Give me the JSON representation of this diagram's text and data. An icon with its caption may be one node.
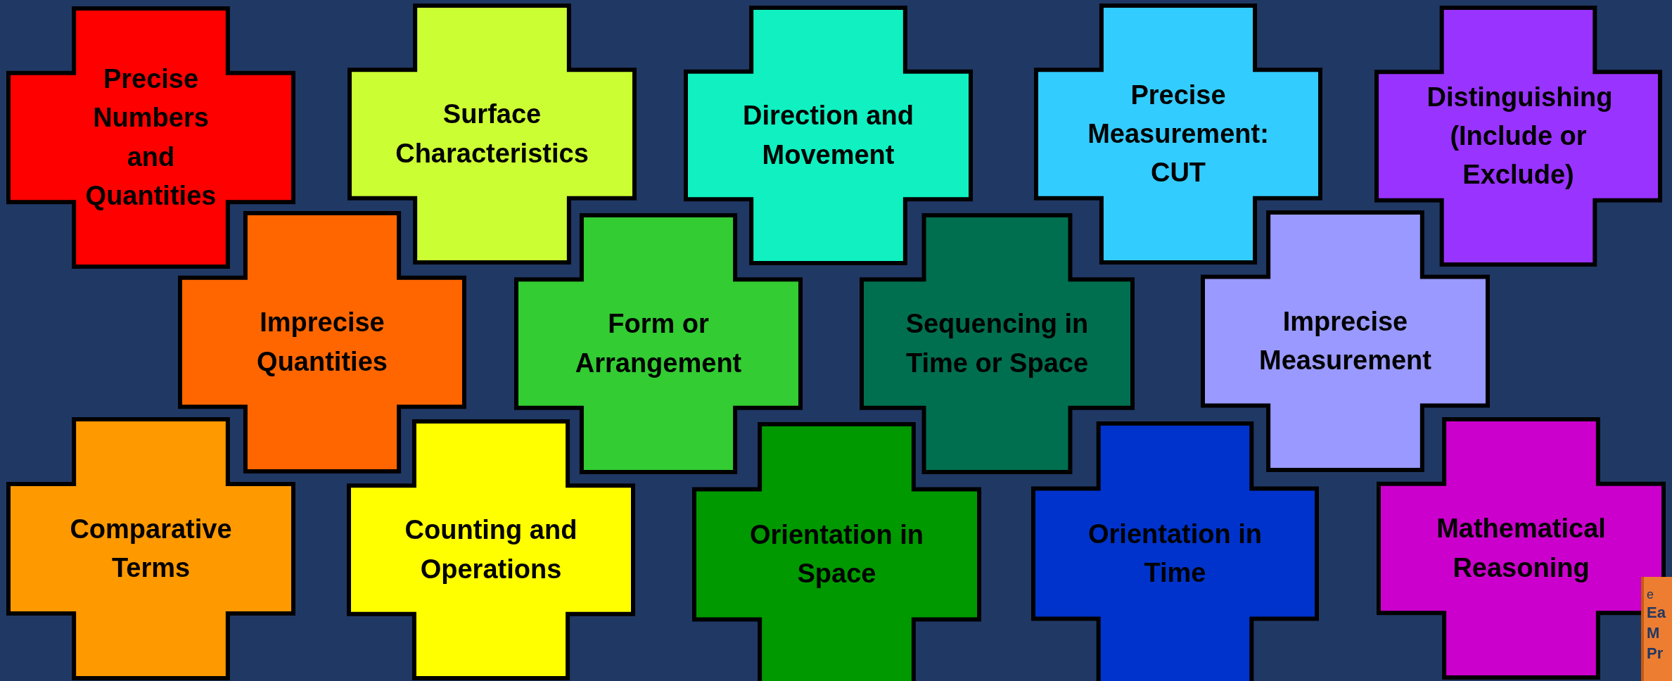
{
  "diagram": {
    "nodes": [
      {
        "text": [
          "Precise Numbers and Quantities"
        ]
      },
      {
        "text": [
          "Surface Characteristics"
        ]
      },
      {
        "text": [
          "Direction and Movement"
        ]
      },
      {
        "text": [
          "Precise Measurement: CUT"
        ]
      },
      {
        "text": [
          "Distinguishing (Include or Exclude)"
        ]
      },
      {
        "text": [
          "Imprecise Quantities"
        ]
      },
      {
        "text": [
          "Form or Arrangement"
        ]
      },
      {
        "text": [
          "Sequencing in Time or Space"
        ]
      },
      {
        "text": [
          "Imprecise Measurement"
        ]
      },
      {
        "text": [
          "Comparative Terms"
        ]
      },
      {
        "text": [
          "Counting and Operations"
        ]
      },
      {
        "text": [
          "Orientation in Space"
        ]
      },
      {
        "text": [
          "Orientation in Time"
        ]
      },
      {
        "text": [
          "Mathematical Reasoning"
        ]
      }
    ],
    "labels": [
      "e",
      "Ea",
      "M",
      "Pr"
    ]
  }
}
